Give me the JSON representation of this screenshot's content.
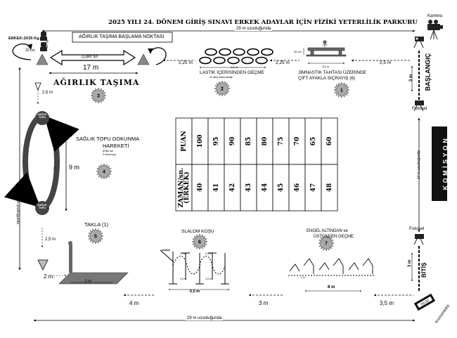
{
  "title": "2025 YILI 24. DÖNEM GİRİŞ SINAVI ERKEK ADAYLAR İÇİN FİZİKİ YETERLİLİK PARKURU",
  "top_distance": "29 m uzunluğunda",
  "bottom_distance": "29 m uzunluğunda",
  "camera_label": "Kamera",
  "weight_label": "ERKEK:2X35 Kg.",
  "weight_start_label": "AĞIRLIK TAŞIMA BAŞLAMA NOKTASI",
  "round_trip_label": "(1)Bir tur",
  "dist_17m": "17 m",
  "dist_20cm": "20 cm",
  "dist_30cm": "30 cm",
  "weight_section_label": "AĞIRLIK TAŞIMA",
  "weight_station_no": "3",
  "tires_dist_left": "2,25 m",
  "tires_dist_right": "2,25 m",
  "tires_width_label": "3,5 m",
  "tires_note": "10 adet araba lastiği",
  "tires_label": "LASTİK İÇERİSİNDEN GEÇME",
  "tires_station_no": "2",
  "beam_width_label": "3,5 m",
  "beam_height_label": "30 cm",
  "beam_label_1": "JİMNASTİK TAHTASI ÜZERİNDE",
  "beam_label_2": "ÇİFT AYAKLA SIÇRAYIŞ (6)",
  "beam_station_no": "1",
  "start_gap": "2,5 m",
  "start_label": "BAŞLANGIÇ",
  "start_dist": "3 m",
  "fotosel_top": "Fotosel",
  "fotosel_bottom": "Fotosel",
  "commission_label": "K O M İ S Y O N",
  "right_side_dist": "14 m uzunluğunda",
  "left_side_dist": "14 m uzunluğunda",
  "left_gap_top": "2,5 m",
  "left_gap_bottom": "2,5 m",
  "ball_label_1": "SAĞLIK TOPU DOKUNMA",
  "ball_label_2": "HAREKETİ",
  "ball_note_1": "(Ellisi ise",
  "ball_note_2": "3 dokunuş)",
  "ball_top_label": "SAĞLIK TOPU",
  "ball_bottom_label": "SAĞLIK TOPU",
  "ball_station_no": "4",
  "ball_dist": "9 m",
  "ball_side_no": "2",
  "roll_label": "TAKLA (1)",
  "roll_station_no": "5",
  "roll_dist_left": "2 m.",
  "roll_mat_dist": "2 m",
  "slalom_label": "SLALOM KOŞU",
  "slalom_station_no": "6",
  "slalom_small_1": "2,5 m",
  "slalom_small_2": "2,5 m",
  "slalom_small_3": "2,5 m",
  "slalom_small_4": "2,5 m",
  "slalom_total": "6,5 m",
  "hurdle_label_1": "ENGEL ALTINDAN ve",
  "hurdle_label_2": "ÜSTÜNDEN GEÇME",
  "hurdle_station_no": "7",
  "hurdle_total": "8 m",
  "hurdle_small": "1 m",
  "dist_4m": "4 m",
  "dist_3m_bottom": "3 m",
  "dist_35m": "3,5 m",
  "finish_dist": "3 m",
  "finish_label": "BİTİŞ",
  "chronometer_label": "Kronometre",
  "score_table": {
    "row1_header": "PUAN",
    "row2_header": "ZAMAN/sn. (ERKEK)",
    "points": [
      "100",
      "95",
      "90",
      "85",
      "80",
      "75",
      "70",
      "65",
      "60"
    ],
    "times": [
      "40",
      "41",
      "42",
      "43",
      "44",
      "45",
      "46",
      "47",
      "48"
    ]
  }
}
